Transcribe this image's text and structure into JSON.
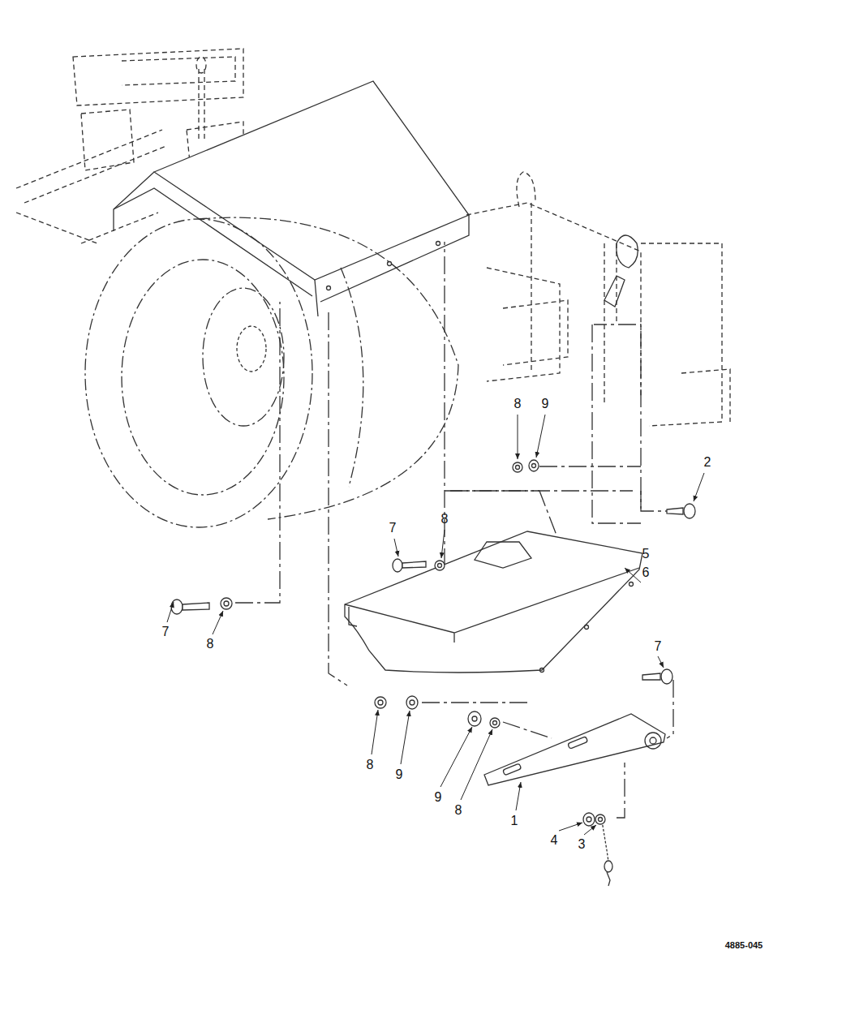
{
  "diagram": {
    "labels": [
      "8",
      "9",
      "2",
      "7",
      "8",
      "5",
      "6",
      "7",
      "7",
      "8",
      "8",
      "9",
      "9",
      "8",
      "1",
      "4",
      "3",
      "4885-045"
    ]
  }
}
